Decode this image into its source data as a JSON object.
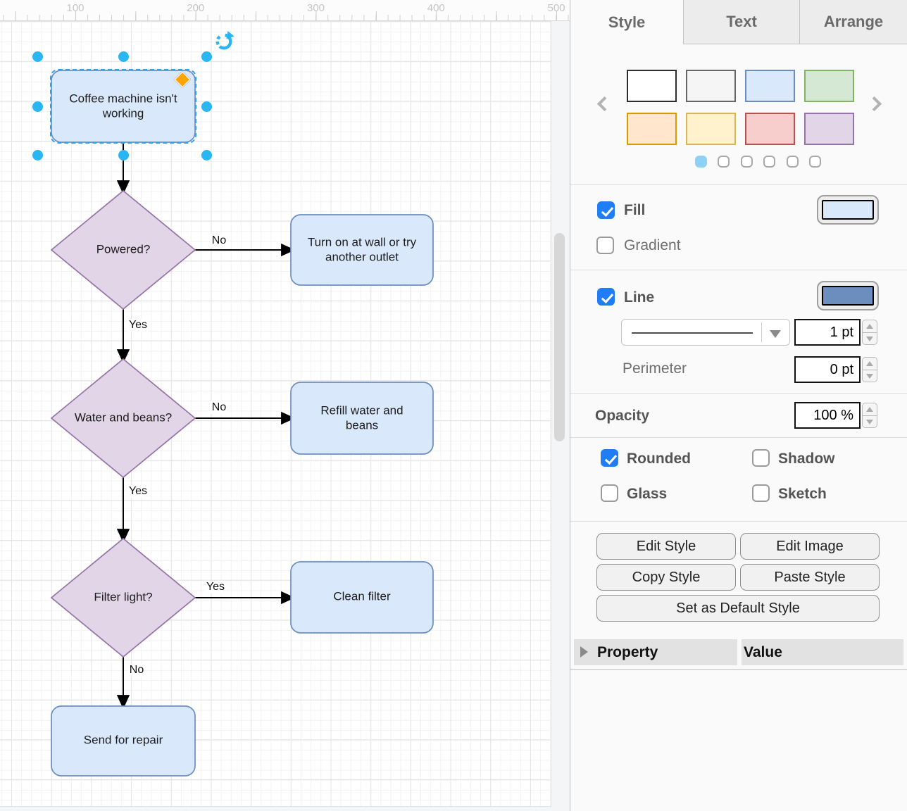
{
  "canvas": {
    "ruler": {
      "labels": [
        "100",
        "200",
        "300",
        "400",
        "500"
      ]
    },
    "flowchart": {
      "start": "Coffee machine isn't working",
      "q_powered": "Powered?",
      "a_turn_on": "Turn on at wall or try another outlet",
      "q_water_beans": "Water and beans?",
      "a_refill": "Refill water and beans",
      "q_filter_light": "Filter light?",
      "a_clean_filter": "Clean filter",
      "a_send_repair": "Send for repair",
      "edge_labels": {
        "powered_no": "No",
        "powered_yes": "Yes",
        "water_no": "No",
        "water_yes": "Yes",
        "filter_yes": "Yes",
        "filter_no": "No"
      }
    },
    "colors": {
      "process_fill": "#dae8fc",
      "process_stroke": "#6c8ebf",
      "decision_fill": "#e1d5e7",
      "decision_stroke": "#9673a6",
      "selection": "#29b6f2",
      "edit_handle": "#ffa500"
    }
  },
  "panel": {
    "tabs": [
      "Style",
      "Text",
      "Arrange"
    ],
    "active_tab": "Style",
    "swatches": [
      {
        "fill": "#ffffff",
        "stroke": "#2d2d2d"
      },
      {
        "fill": "#f5f5f5",
        "stroke": "#666666"
      },
      {
        "fill": "#dae8fc",
        "stroke": "#6c8ebf"
      },
      {
        "fill": "#d5e8d4",
        "stroke": "#82b366"
      },
      {
        "fill": "#ffe6cc",
        "stroke": "#d79b00"
      },
      {
        "fill": "#fff2cc",
        "stroke": "#d6b656"
      },
      {
        "fill": "#f8cecc",
        "stroke": "#b85450"
      },
      {
        "fill": "#e1d5e7",
        "stroke": "#9673a6"
      }
    ],
    "pages": {
      "count": 6,
      "active": 0
    },
    "fill": {
      "label": "Fill",
      "checked": true,
      "color": "#dae8fc"
    },
    "gradient": {
      "label": "Gradient",
      "checked": false
    },
    "line": {
      "label": "Line",
      "checked": true,
      "color": "#6c8ebf",
      "width_value": "1 pt"
    },
    "perimeter": {
      "label": "Perimeter",
      "value": "0 pt"
    },
    "opacity": {
      "label": "Opacity",
      "value": "100 %"
    },
    "toggles": [
      {
        "label": "Rounded",
        "checked": true
      },
      {
        "label": "Shadow",
        "checked": false
      },
      {
        "label": "Glass",
        "checked": false
      },
      {
        "label": "Sketch",
        "checked": false
      }
    ],
    "buttons": {
      "edit_style": "Edit Style",
      "edit_image": "Edit Image",
      "copy_style": "Copy Style",
      "paste_style": "Paste Style",
      "set_default": "Set as Default Style"
    },
    "properties": {
      "property_header": "Property",
      "value_header": "Value"
    }
  }
}
